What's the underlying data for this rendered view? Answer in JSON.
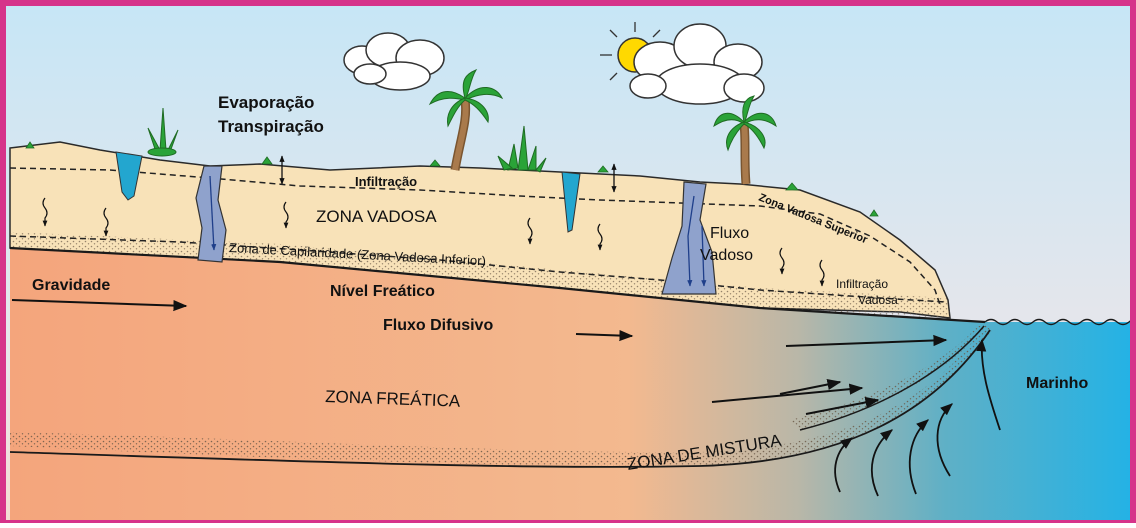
{
  "labels": {
    "evaporacao": "Evaporação",
    "transpiracao": "Transpiração",
    "infiltracao": "Infiltração",
    "zona_vadosa": "ZONA VADOSA",
    "zona_vadosa_superior": "Zona Vadosa Superior",
    "zona_capilaridade": "Zona de Capilaridade (Zona Vadosa Inferior)",
    "fluxo": "Fluxo",
    "vadoso": "Vadoso",
    "infiltracao_vadosa_1": "Infiltração",
    "infiltracao_vadosa_2": "Vadosa",
    "gravidade": "Gravidade",
    "nivel_freatico": "Nível Freático",
    "fluxo_difusivo": "Fluxo Difusivo",
    "zona_freatica": "ZONA FREÁTICA",
    "zona_de_mistura": "ZONA DE MISTURA",
    "marinho": "Marinho"
  },
  "colors": {
    "frame": "#d6338a",
    "sky_top": "#c6e6f6",
    "sky_bottom": "#f4dcd2",
    "vadose_soil": "#f8e2b8",
    "phreatic_left": "#f4a57c",
    "phreatic_mid": "#f3b98f",
    "sea_transition": "#7fb6c6",
    "sea": "#22b2e6",
    "conduit": "#8fa2cc",
    "pool": "#23a6cf",
    "sun": "#ffd900",
    "palm_leaf": "#2aa338",
    "trunk": "#a97a4c"
  },
  "icons": [
    "sun-icon",
    "cloud-icon",
    "palm-tree-icon",
    "bush-icon",
    "arrow-icon"
  ]
}
